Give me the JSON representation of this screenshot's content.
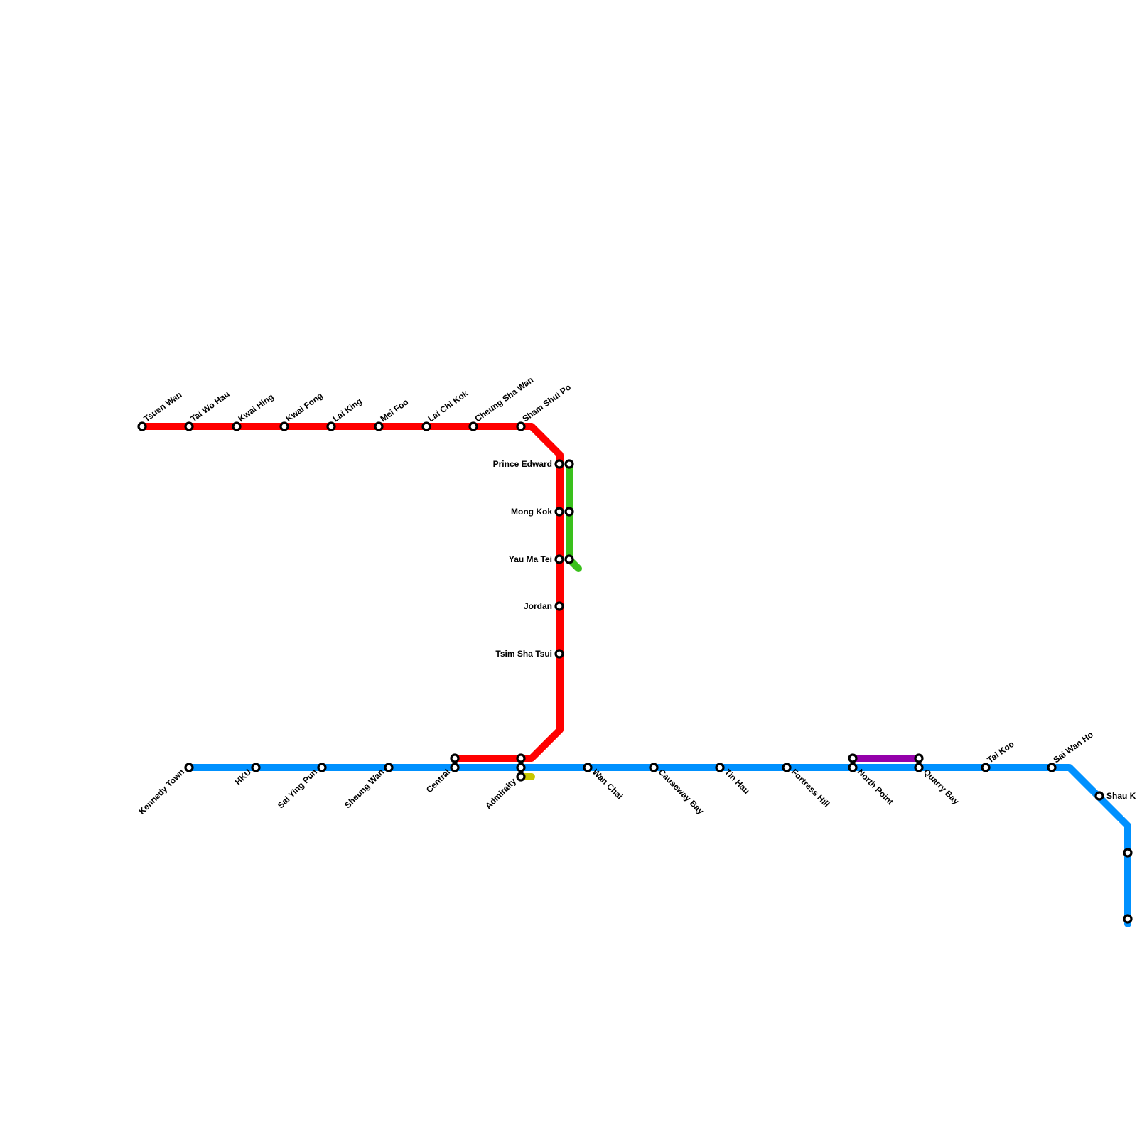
{
  "lines": [
    {
      "id": "tsuen-wan-line",
      "color": "#ff0000"
    },
    {
      "id": "island-line",
      "color": "#0091ff"
    },
    {
      "id": "kwun-tong-line",
      "color": "#3ac01c"
    },
    {
      "id": "purple-line",
      "color": "#9400aa"
    },
    {
      "id": "yellow-stub",
      "color": "#c8c800"
    }
  ],
  "stations": {
    "tsuen_wan": "Tsuen Wan",
    "tai_wo_hau": "Tai Wo Hau",
    "kwai_hing": "Kwai Hing",
    "kwai_fong": "Kwai Fong",
    "lai_king": "Lai King",
    "mei_foo": "Mei Foo",
    "lai_chi_kok": "Lai Chi Kok",
    "cheung_sha_wan": "Cheung Sha Wan",
    "sham_shui_po": "Sham Shui Po",
    "prince_edward": "Prince Edward",
    "mong_kok": "Mong Kok",
    "yau_ma_tei": "Yau Ma Tei",
    "jordan": "Jordan",
    "tsim_sha_tsui": "Tsim Sha Tsui",
    "kennedy_town": "Kennedy Town",
    "hku": "HKU",
    "sai_ying_pun": "Sai Ying Pun",
    "sheung_wan": "Sheung Wan",
    "central": "Central",
    "admiralty": "Admiralty",
    "wan_chai": "Wan Chai",
    "causeway_bay": "Causeway Bay",
    "tin_hau": "Tin Hau",
    "fortress_hill": "Fortress Hill",
    "north_point": "North Point",
    "quarry_bay": "Quarry Bay",
    "tai_koo": "Tai Koo",
    "sai_wan_ho": "Sai Wan Ho",
    "shau_kei_wan": "Shau K"
  }
}
